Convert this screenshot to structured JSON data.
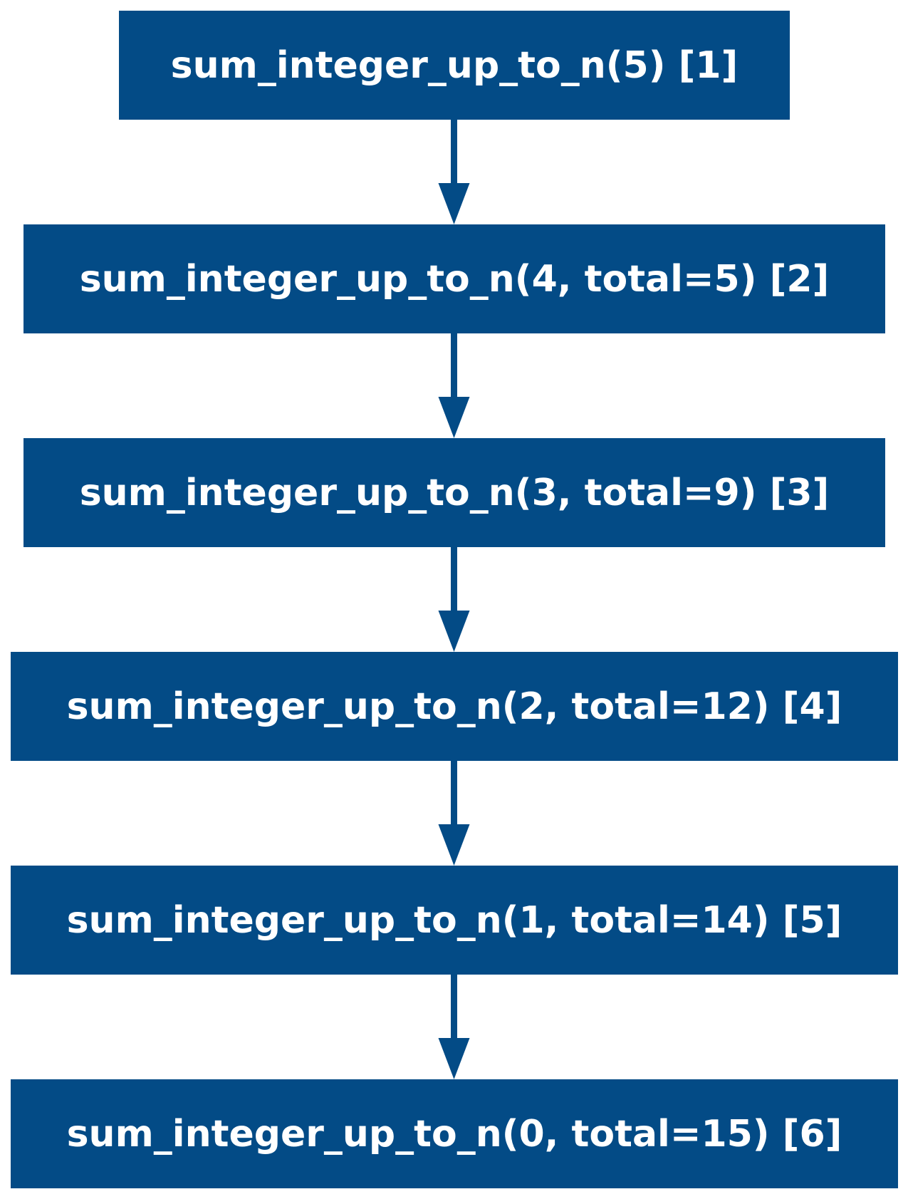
{
  "colors": {
    "node_fill": "#034b86",
    "node_text": "#ffffff",
    "edge": "#034b86",
    "background": "#ffffff"
  },
  "nodes": [
    {
      "label": "sum_integer_up_to_n(5) [1]"
    },
    {
      "label": "sum_integer_up_to_n(4, total=5) [2]"
    },
    {
      "label": "sum_integer_up_to_n(3, total=9) [3]"
    },
    {
      "label": "sum_integer_up_to_n(2, total=12) [4]"
    },
    {
      "label": "sum_integer_up_to_n(1, total=14) [5]"
    },
    {
      "label": "sum_integer_up_to_n(0, total=15) [6]"
    }
  ],
  "edges": [
    {
      "from": 0,
      "to": 1
    },
    {
      "from": 1,
      "to": 2
    },
    {
      "from": 2,
      "to": 3
    },
    {
      "from": 3,
      "to": 4
    },
    {
      "from": 4,
      "to": 5
    }
  ]
}
